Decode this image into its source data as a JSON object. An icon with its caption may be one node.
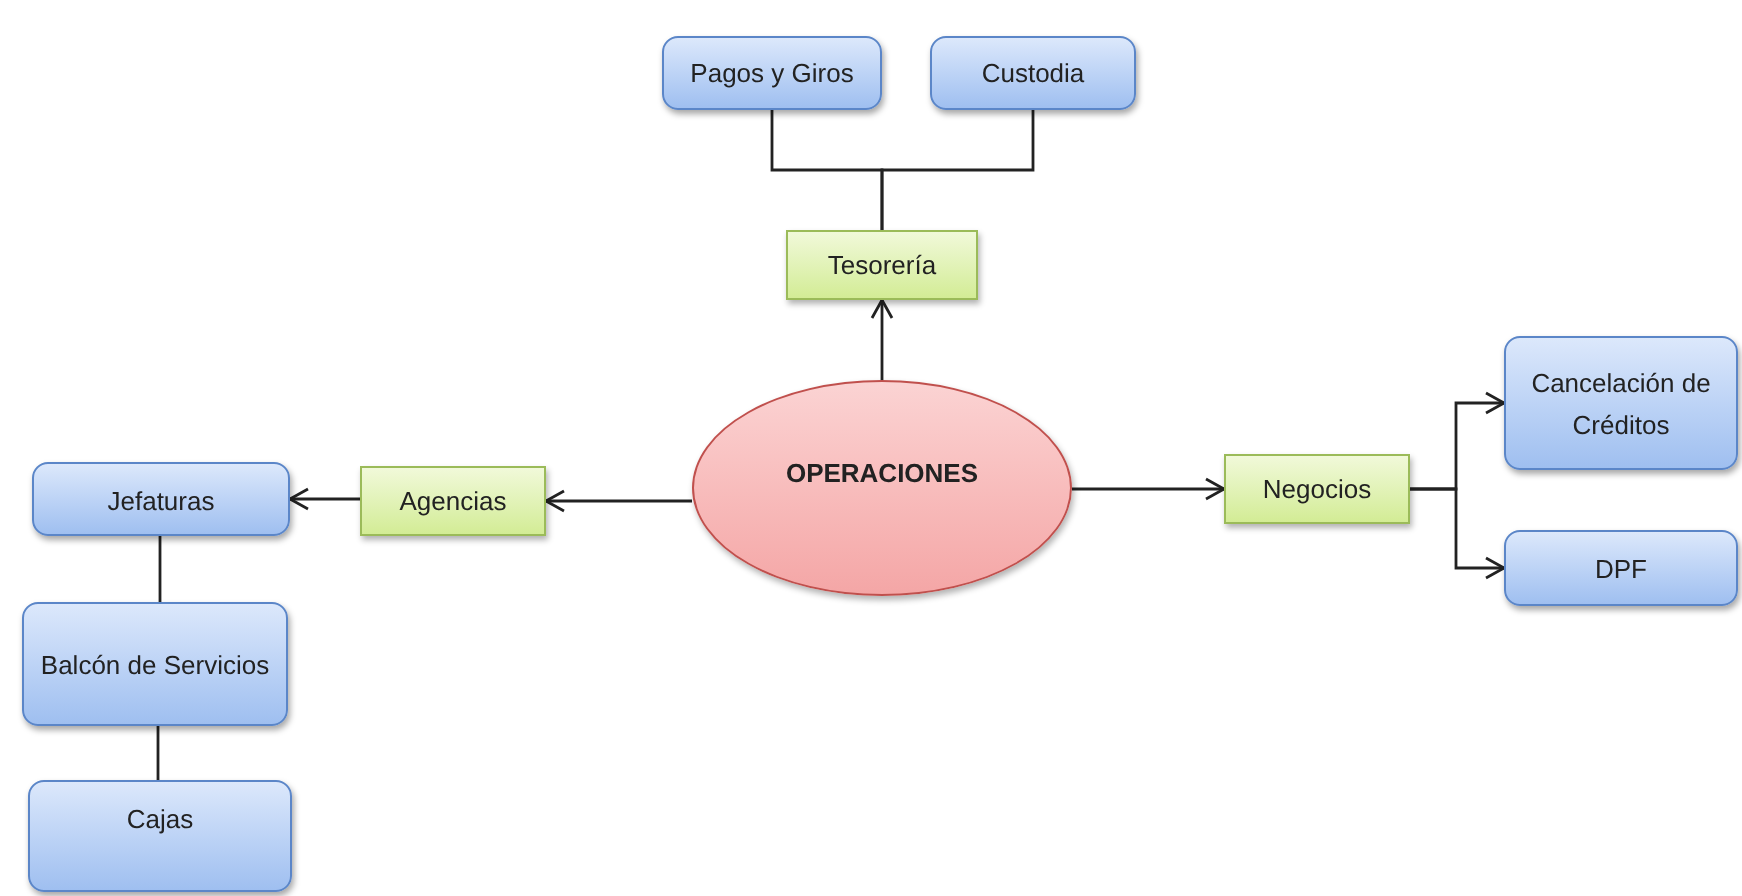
{
  "diagram": {
    "nodes": [
      {
        "text": [
          "OPERACIONES"
        ]
      },
      {
        "text": [
          "Tesorería"
        ]
      },
      {
        "text": [
          "Pagos y Giros"
        ]
      },
      {
        "text": [
          "Custodia"
        ]
      },
      {
        "text": [
          "Agencias"
        ]
      },
      {
        "text": [
          "Jefaturas"
        ]
      },
      {
        "text": [
          "Balcón de Servicios"
        ]
      },
      {
        "text": [
          "Cajas"
        ]
      },
      {
        "text": [
          "Negocios"
        ]
      },
      {
        "text": [
          "Cancelación de Créditos"
        ]
      },
      {
        "text": [
          "DPF"
        ]
      }
    ],
    "edges": [
      {
        "from": 0,
        "to": 1,
        "arrow": "to"
      },
      {
        "from": 1,
        "to": 2,
        "arrow": "none"
      },
      {
        "from": 1,
        "to": 3,
        "arrow": "none"
      },
      {
        "from": 0,
        "to": 4,
        "arrow": "to"
      },
      {
        "from": 4,
        "to": 5,
        "arrow": "to"
      },
      {
        "from": 5,
        "to": 6,
        "arrow": "none"
      },
      {
        "from": 6,
        "to": 7,
        "arrow": "none"
      },
      {
        "from": 0,
        "to": 8,
        "arrow": "to"
      },
      {
        "from": 8,
        "to": 9,
        "arrow": "to"
      },
      {
        "from": 8,
        "to": 10,
        "arrow": "to"
      }
    ]
  }
}
